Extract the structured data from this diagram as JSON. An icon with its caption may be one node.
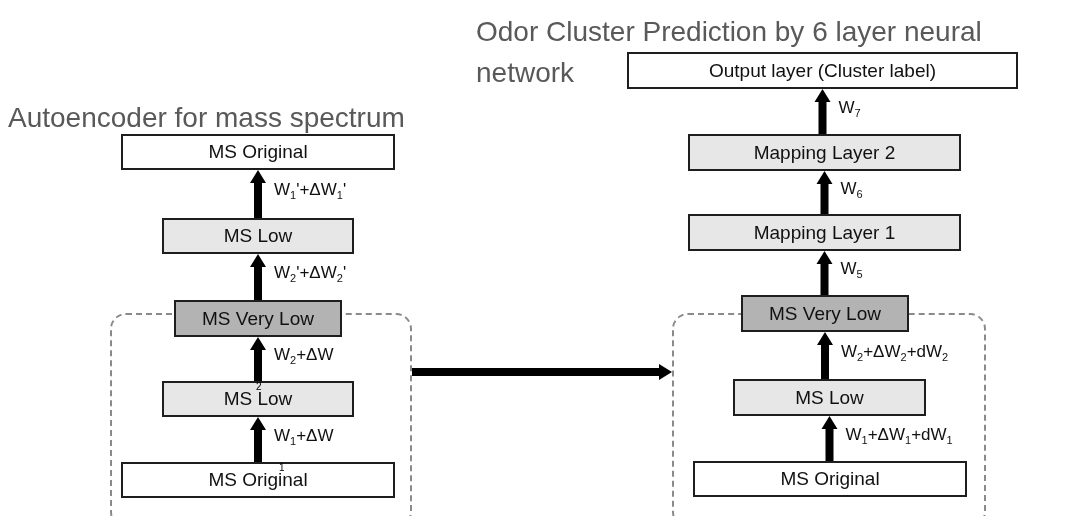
{
  "diagram": {
    "nodes": [
      {
        "text": [
          "MS Original"
        ]
      },
      {
        "text": [
          "MS Low"
        ]
      },
      {
        "text": [],
        "shape": "box"
      },
      {
        "text": [
          "MS Very Low"
        ]
      },
      {
        "text": [
          "MS Low"
        ],
        "in": 2
      },
      {
        "text": [
          "MS Original"
        ],
        "in": 2
      },
      {
        "text": [
          "Output layer (Cluster label)"
        ]
      },
      {
        "text": [
          "Mapping Layer 2"
        ]
      },
      {
        "text": [
          "Mapping Layer 1"
        ]
      },
      {
        "text": [],
        "shape": "box"
      },
      {
        "text": [
          "MS Very Low"
        ]
      },
      {
        "text": [
          "MS Low"
        ],
        "in": 9
      },
      {
        "text": [
          "MS Original"
        ],
        "in": 9
      }
    ],
    "edges": [
      {
        "from": 1,
        "to": 0,
        "arrow": "to",
        "style": "thick",
        "label": "W$_{1}$'+ΔW$_{1}$'"
      },
      {
        "from": 3,
        "to": 1,
        "arrow": "to",
        "style": "thick",
        "label": "W$_{2}$'+ΔW$_{2}$'"
      },
      {
        "from": 4,
        "to": 3,
        "arrow": "to",
        "style": "thick",
        "label": "W$_{2}$+ΔW"
      },
      {
        "from": 5,
        "to": 4,
        "arrow": "to",
        "style": "thick",
        "label": "W$_{1}$+ΔW"
      },
      {
        "from": 2,
        "to": 9,
        "arrow": "to",
        "style": "thick"
      },
      {
        "from": 8,
        "to": 7,
        "arrow": "to",
        "style": "thick",
        "label": "W$_{6}$"
      },
      {
        "from": 7,
        "to": 6,
        "arrow": "to",
        "style": "thick",
        "label": "W$_{7}$"
      },
      {
        "from": 10,
        "to": 8,
        "arrow": "to",
        "style": "thick",
        "label": "W$_{5}$"
      },
      {
        "from": 11,
        "to": 10,
        "arrow": "to",
        "style": "thick",
        "label": "W$_{2}$+ΔW$_{2}$+dW$_{2}$"
      },
      {
        "from": 12,
        "to": 11,
        "arrow": "to",
        "style": "thick",
        "label": "W$_{1}$+ΔW$_{1}$+dW$_{1}$"
      }
    ],
    "labels": [
      "Odor Cluster Prediction by 6 layer neural network",
      "Autoencoder for mass spectrum",
      "2",
      "1"
    ]
  }
}
